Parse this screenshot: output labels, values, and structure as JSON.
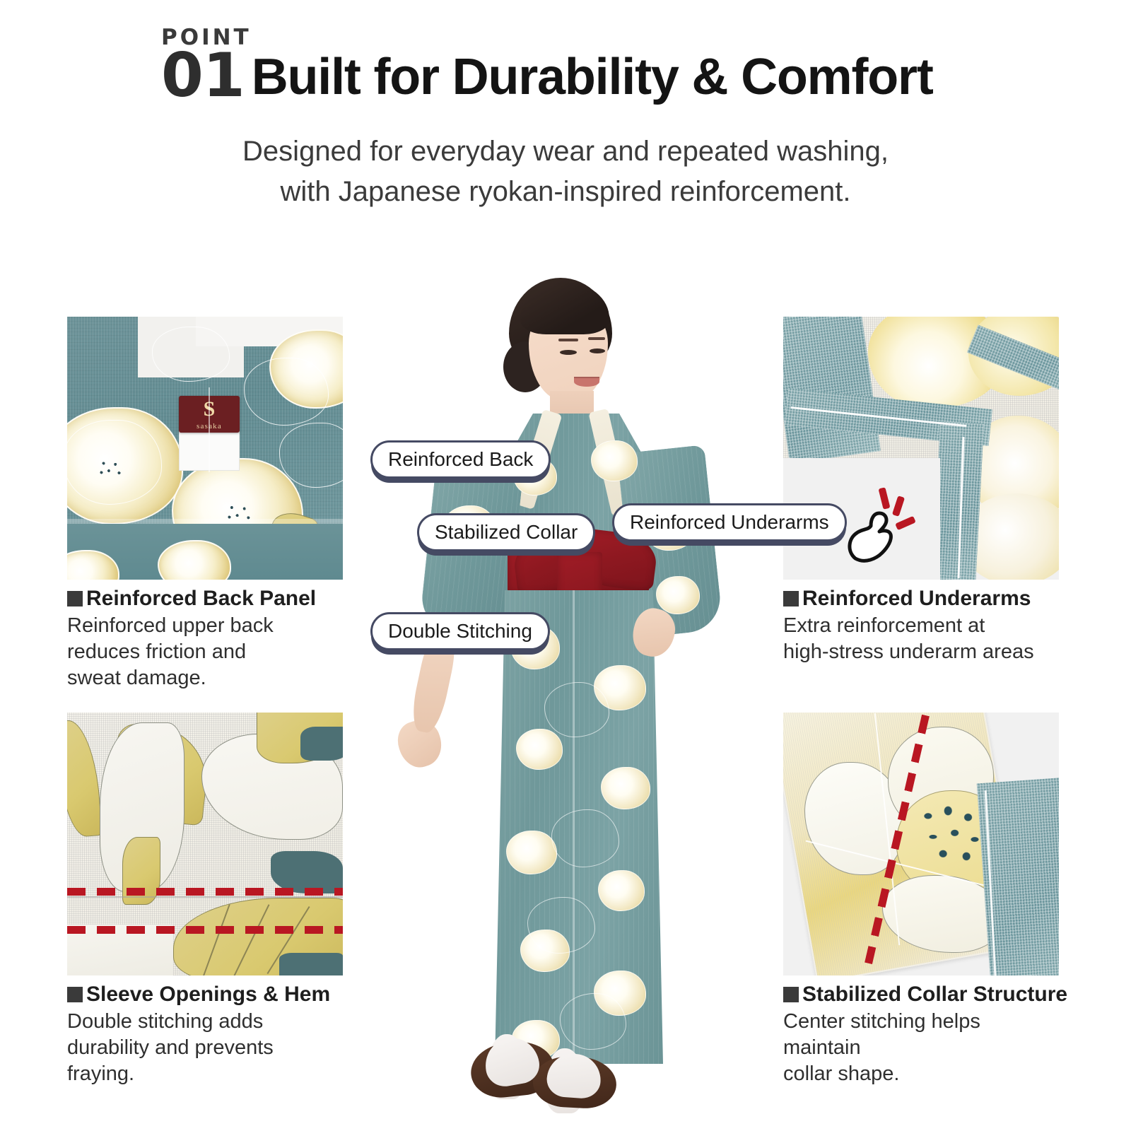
{
  "header": {
    "kicker": "POINT",
    "number": "01",
    "title": "Built for Durability & Comfort",
    "subtitle_line1": "Designed for everyday wear and repeated washing,",
    "subtitle_line2": "with Japanese ryokan-inspired reinforcement."
  },
  "features": [
    {
      "id": "reinforced-back-panel",
      "heading": "Reinforced Back Panel",
      "body_line1": "Reinforced upper back",
      "body_line2": "reduces friction and",
      "body_line3": "sweat damage.",
      "photo_alt": "reinforced-back-panel-photo"
    },
    {
      "id": "reinforced-underarms",
      "heading": "Reinforced Underarms",
      "body_line1": "Extra reinforcement at",
      "body_line2": "high-stress underarm areas",
      "body_line3": "",
      "photo_alt": "reinforced-underarms-photo"
    },
    {
      "id": "sleeve-openings-hem",
      "heading": "Sleeve Openings & Hem",
      "body_line1": "Double stitching adds",
      "body_line2": "durability and prevents fraying.",
      "body_line3": "",
      "photo_alt": "sleeve-openings-hem-photo"
    },
    {
      "id": "stabilized-collar-structure",
      "heading": "Stabilized Collar Structure",
      "body_line1": "Center stitching helps maintain",
      "body_line2": "collar shape.",
      "body_line3": "",
      "photo_alt": "stabilized-collar-structure-photo"
    }
  ],
  "callouts": [
    {
      "id": "reinforced-back",
      "label": "Reinforced Back"
    },
    {
      "id": "stabilized-collar",
      "label": "Stabilized Collar"
    },
    {
      "id": "reinforced-underarms",
      "label": "Reinforced Underarms"
    },
    {
      "id": "double-stitching",
      "label": "Double Stitching"
    }
  ],
  "size_tag": {
    "size": "S",
    "brand": "sasaka"
  },
  "model": {
    "alt": "model-wearing-yukata"
  },
  "colors": {
    "background": "#ffffff",
    "title_text": "#141414",
    "body_text": "#2f2f2f",
    "callout_border": "#454a63",
    "stitch_red": "#b91722",
    "obi_red": "#8d1820",
    "fabric_teal": "#6f989a",
    "tag_maroon": "#6b1f22",
    "bullet_square": "#3a3a3a"
  }
}
